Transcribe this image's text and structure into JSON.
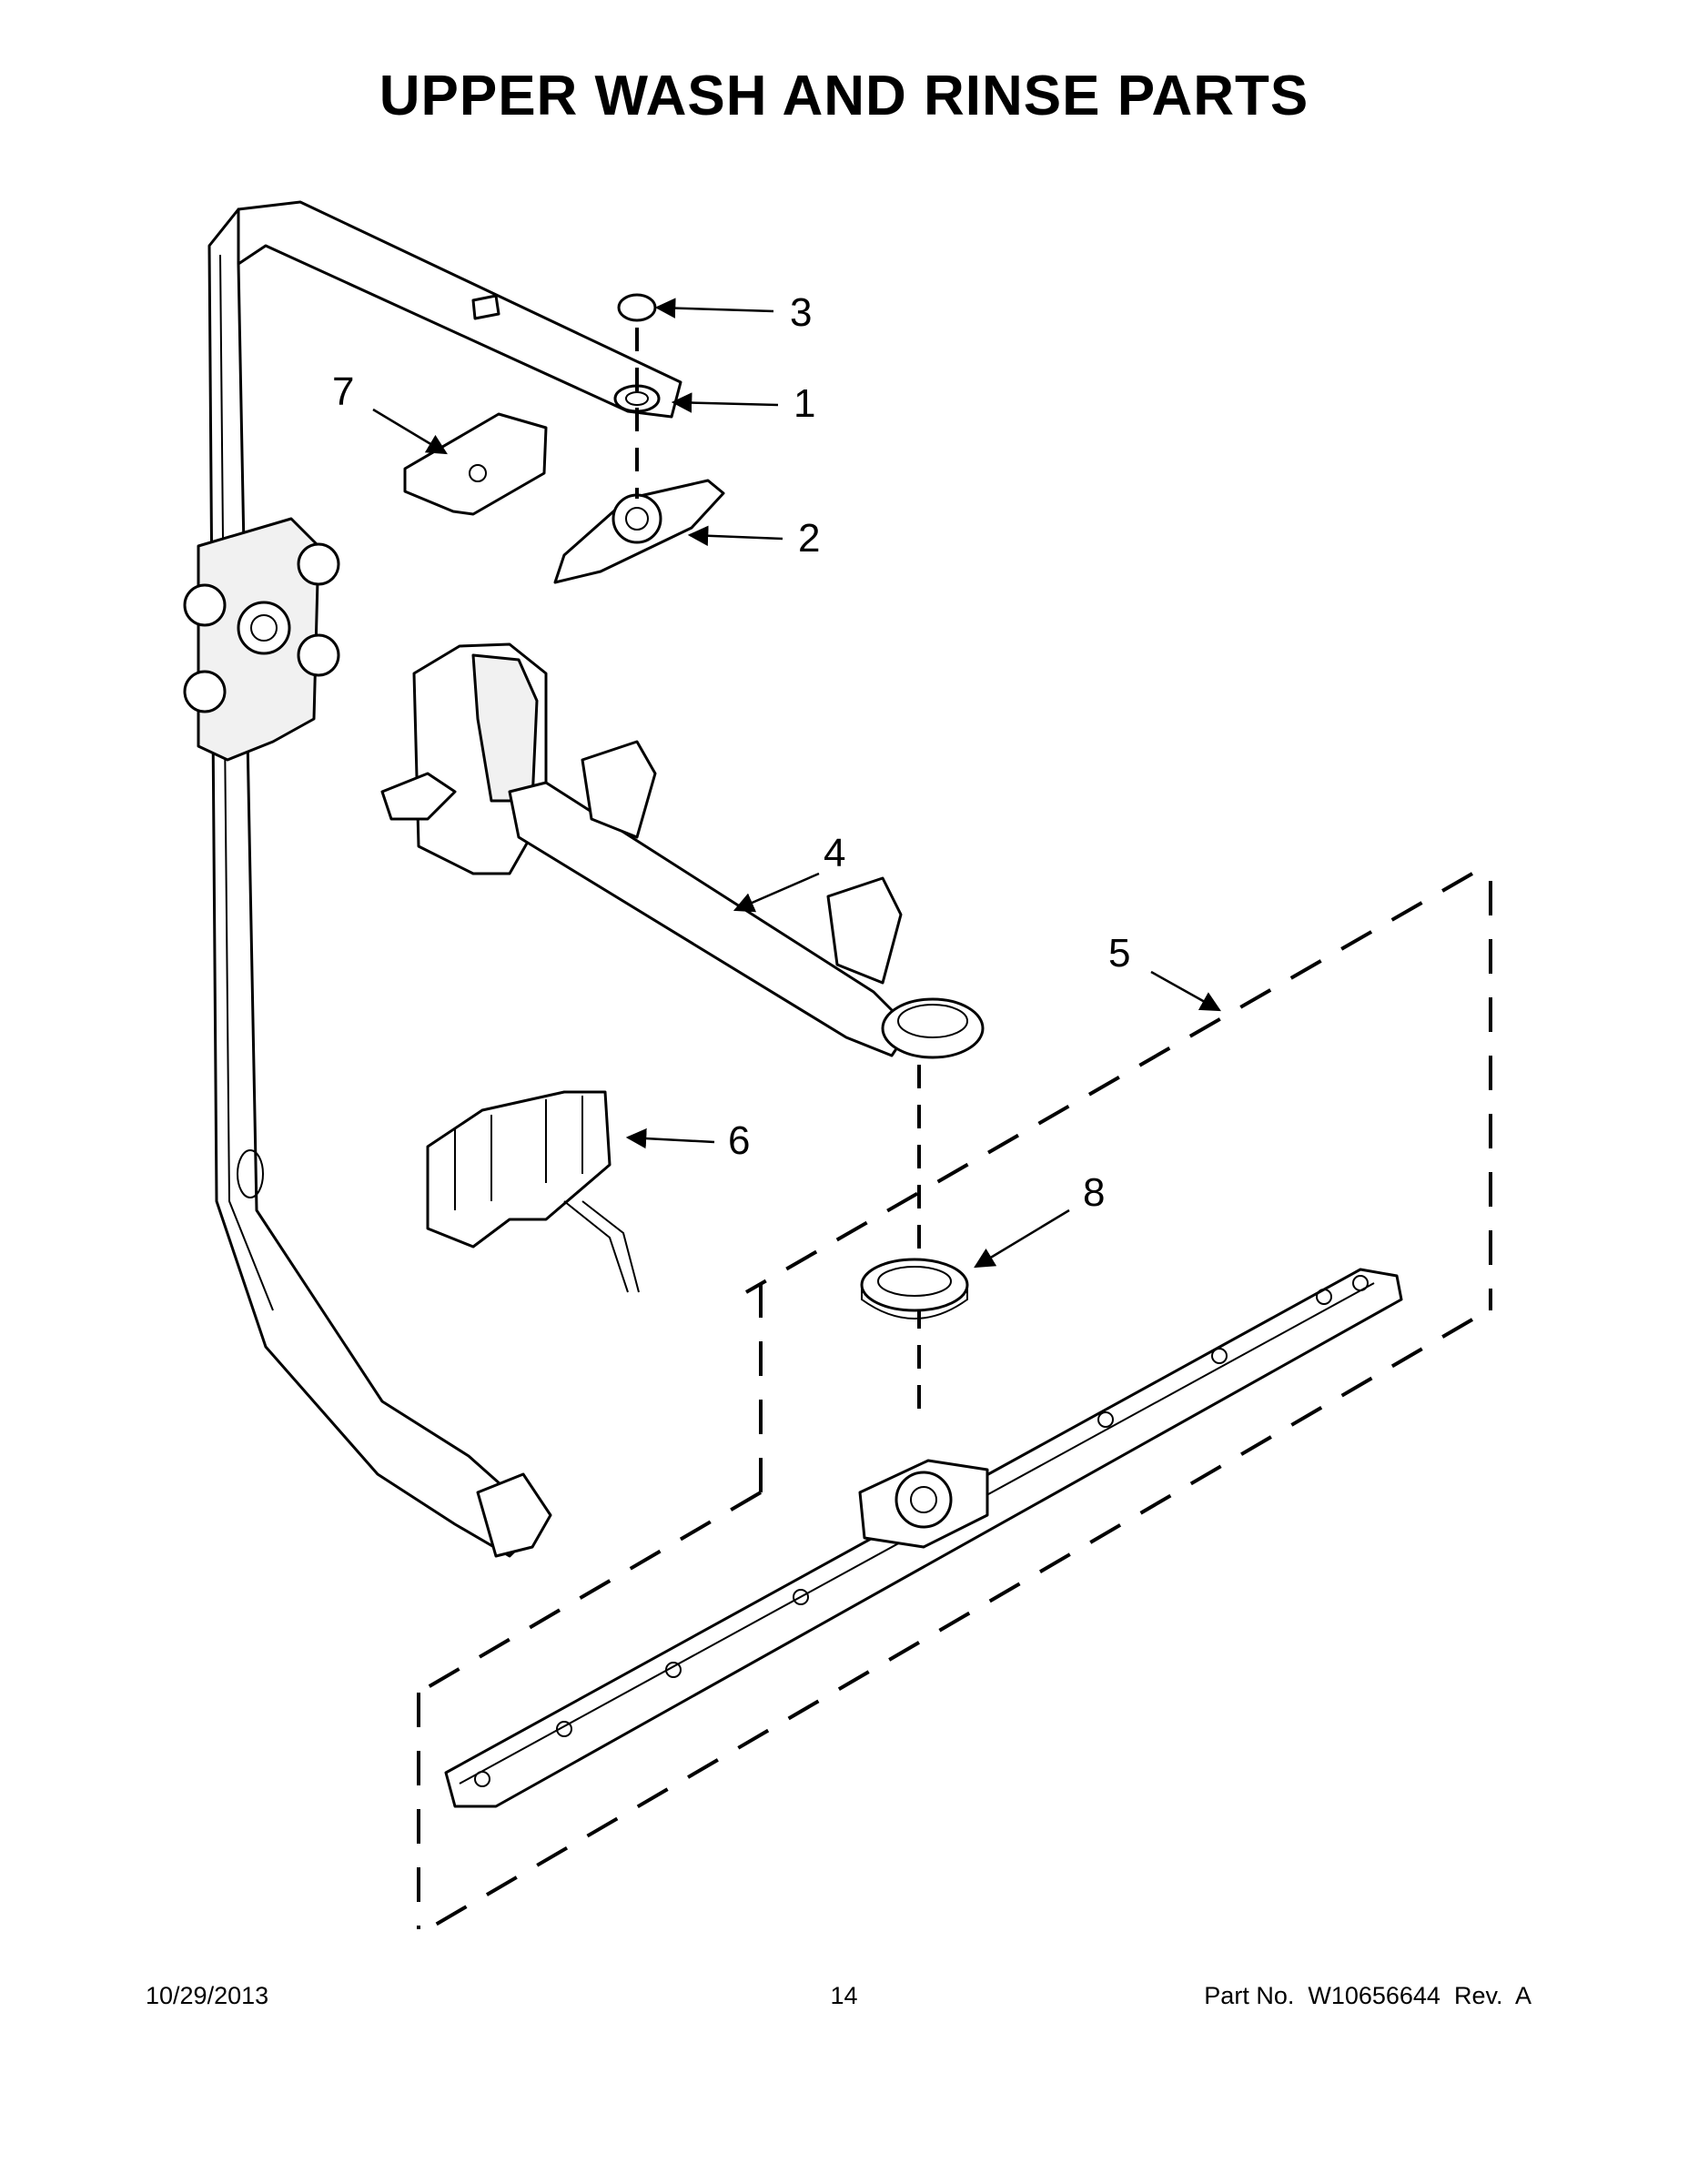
{
  "title": "UPPER WASH AND RINSE PARTS",
  "callouts": [
    "1",
    "2",
    "3",
    "4",
    "5",
    "6",
    "7",
    "8"
  ],
  "footer": {
    "date": "10/29/2013",
    "page": "14",
    "part": "Part No.  W10656644  Rev.  A"
  }
}
